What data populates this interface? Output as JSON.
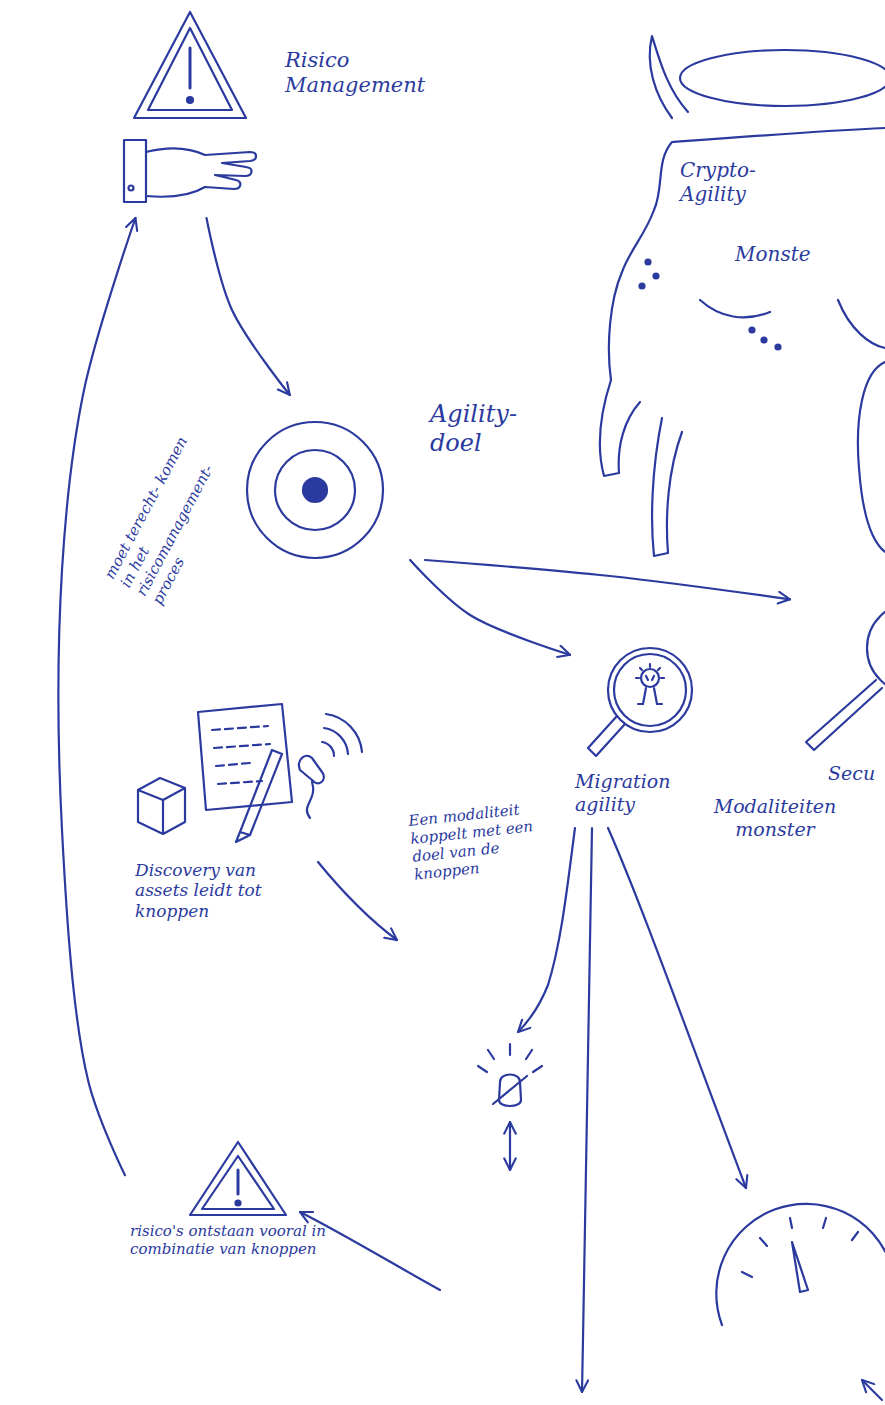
{
  "diagram": {
    "nodes": [
      {
        "text": [
          "Risico Management"
        ]
      },
      {
        "text": [
          "Crypto- Agility",
          "Monste"
        ]
      },
      {
        "text": [
          "Agility- doel"
        ]
      },
      {
        "text": [
          "Migration agility"
        ]
      },
      {
        "text": [
          "Secu"
        ]
      },
      {
        "text": [
          "Discovery van assets leidt tot knoppen"
        ]
      },
      {
        "text": [
          "risico's ontstaan vooral in combinatie van knoppen"
        ]
      }
    ],
    "edges": [
      {
        "from": 0,
        "to": 2,
        "arrow": "to"
      },
      {
        "from": 2,
        "to": 3,
        "arrow": "to"
      },
      {
        "from": 2,
        "to": 4,
        "arrow": "to"
      },
      {
        "from": 6,
        "to": 0,
        "arrow": "to"
      }
    ],
    "labels": [
      "moet terecht- komen in het risicomanagement- proces",
      "Modaliteiten monster",
      "Een modaliteit koppelt met een doel van de knoppen"
    ]
  }
}
